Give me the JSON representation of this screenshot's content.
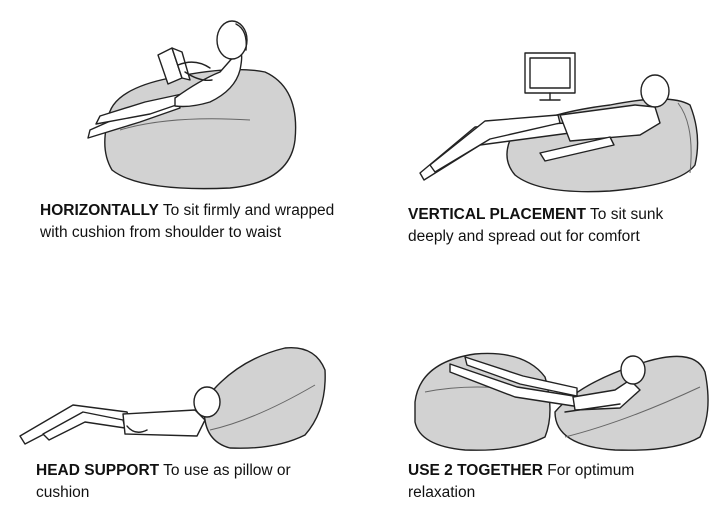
{
  "panels": [
    {
      "heading": "HORIZONTALLY",
      "text": " To sit firmly and wrapped with cushion from shoulder to waist"
    },
    {
      "heading": "VERTICAL PLACEMENT",
      "text": " To sit sunk deeply and spread out for comfort"
    },
    {
      "heading": "HEAD SUPPORT",
      "text": " To use as pillow or cushion"
    },
    {
      "heading": "USE 2 TOGETHER",
      "text": " For optimum relaxation"
    }
  ]
}
